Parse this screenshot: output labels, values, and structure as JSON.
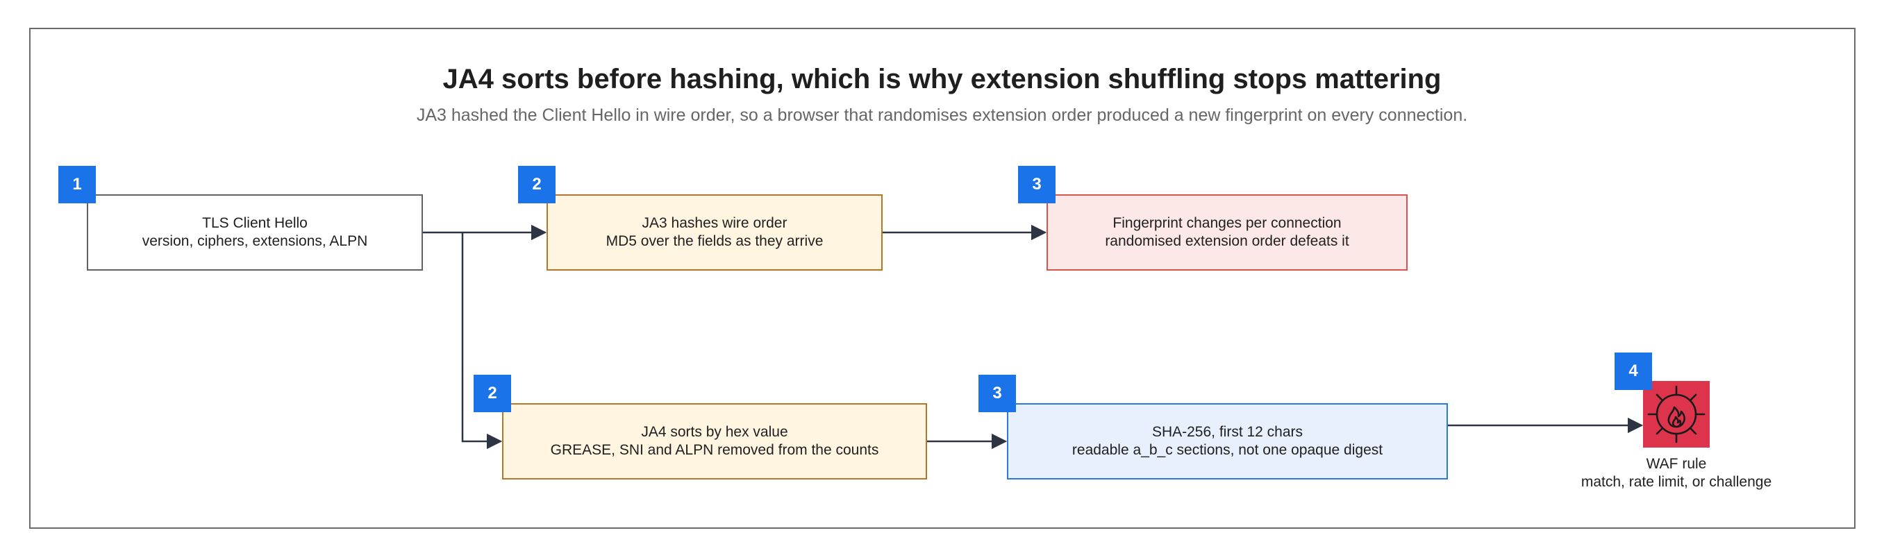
{
  "title": "JA4 sorts before hashing, which is why extension shuffling stops mattering",
  "subtitle": "JA3 hashed the Client Hello in wire order, so a browser that randomises extension order produced a new fingerprint on every connection.",
  "nodes": {
    "client_hello": {
      "step": "1",
      "line1": "TLS Client Hello",
      "line2": "version, ciphers, extensions, ALPN"
    },
    "ja3_hash": {
      "step": "2",
      "line1": "JA3 hashes wire order",
      "line2": "MD5 over the fields as they arrive"
    },
    "fingerprint_changes": {
      "step": "3",
      "line1": "Fingerprint changes per connection",
      "line2": "randomised extension order defeats it"
    },
    "ja4_sort": {
      "step": "2",
      "line1": "JA4 sorts by hex value",
      "line2": "GREASE, SNI and ALPN removed from the counts"
    },
    "sha256": {
      "step": "3",
      "line1": "SHA-256, first 12 chars",
      "line2": "readable a_b_c sections, not one opaque digest"
    },
    "waf_rule": {
      "step": "4",
      "line1": "WAF rule",
      "line2": "match, rate limit, or challenge",
      "icon": "firewall-icon"
    }
  },
  "colors": {
    "badge": "#1a73e8",
    "neutral_border": "#5f6368",
    "amber_fill": "#fff5e0",
    "amber_border": "#b5762a",
    "red_fill": "#fce8e6",
    "red_border": "#d9534f",
    "blue_fill": "#e8f0fd",
    "blue_border": "#2b7bd6",
    "waf_fill": "#dd344c",
    "edge": "#2d3443"
  }
}
